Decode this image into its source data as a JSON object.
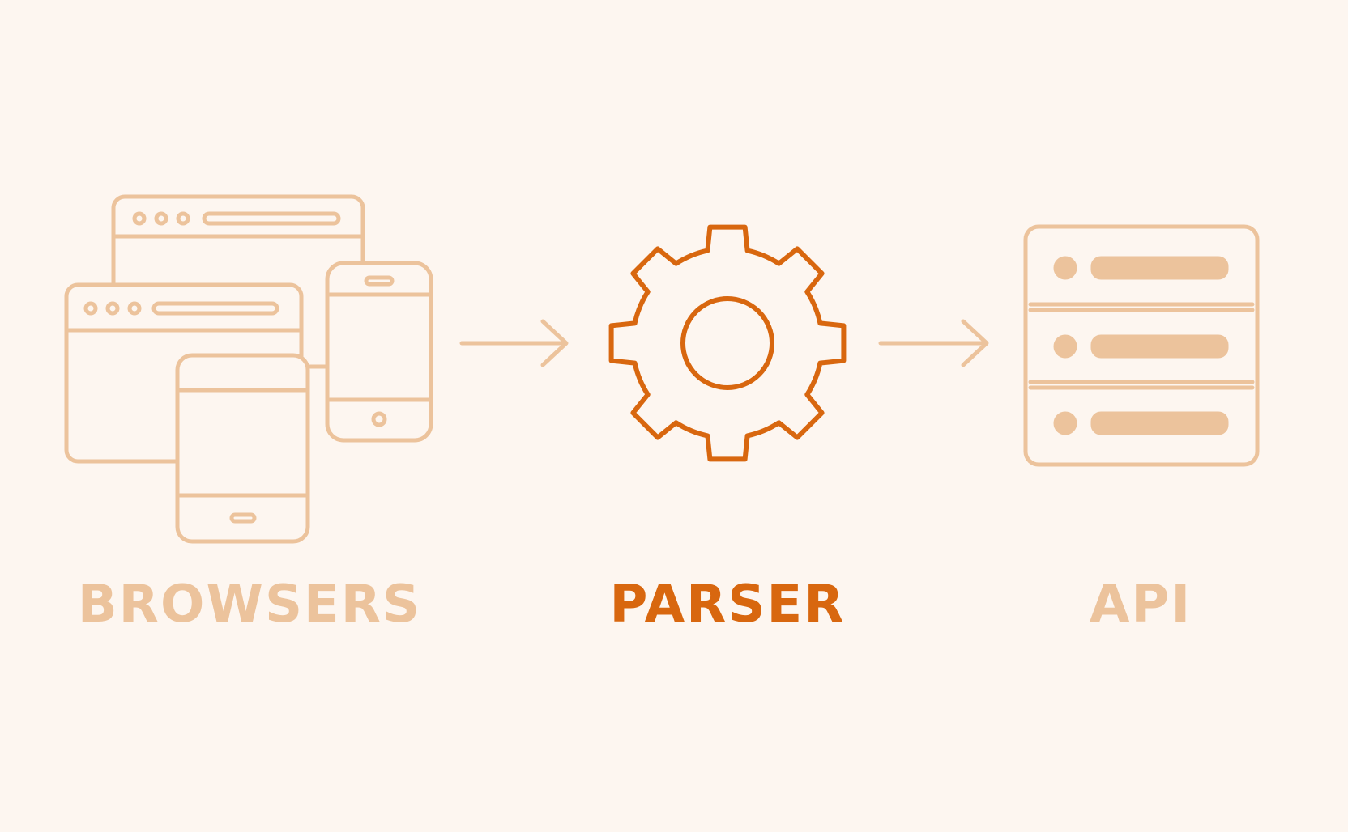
{
  "colors": {
    "background": "#fdf6f0",
    "muted": "#ecc39c",
    "accent": "#d8670f"
  },
  "nodes": [
    {
      "id": "browsers",
      "label": "BROWSERS",
      "icon": "devices-icon",
      "emphasis": "muted"
    },
    {
      "id": "parser",
      "label": "PARSER",
      "icon": "gear-icon",
      "emphasis": "accent"
    },
    {
      "id": "api",
      "label": "API",
      "icon": "server-icon",
      "emphasis": "muted"
    }
  ],
  "edges": [
    {
      "from": "browsers",
      "to": "parser",
      "icon": "arrow-right-icon"
    },
    {
      "from": "parser",
      "to": "api",
      "icon": "arrow-right-icon"
    }
  ]
}
